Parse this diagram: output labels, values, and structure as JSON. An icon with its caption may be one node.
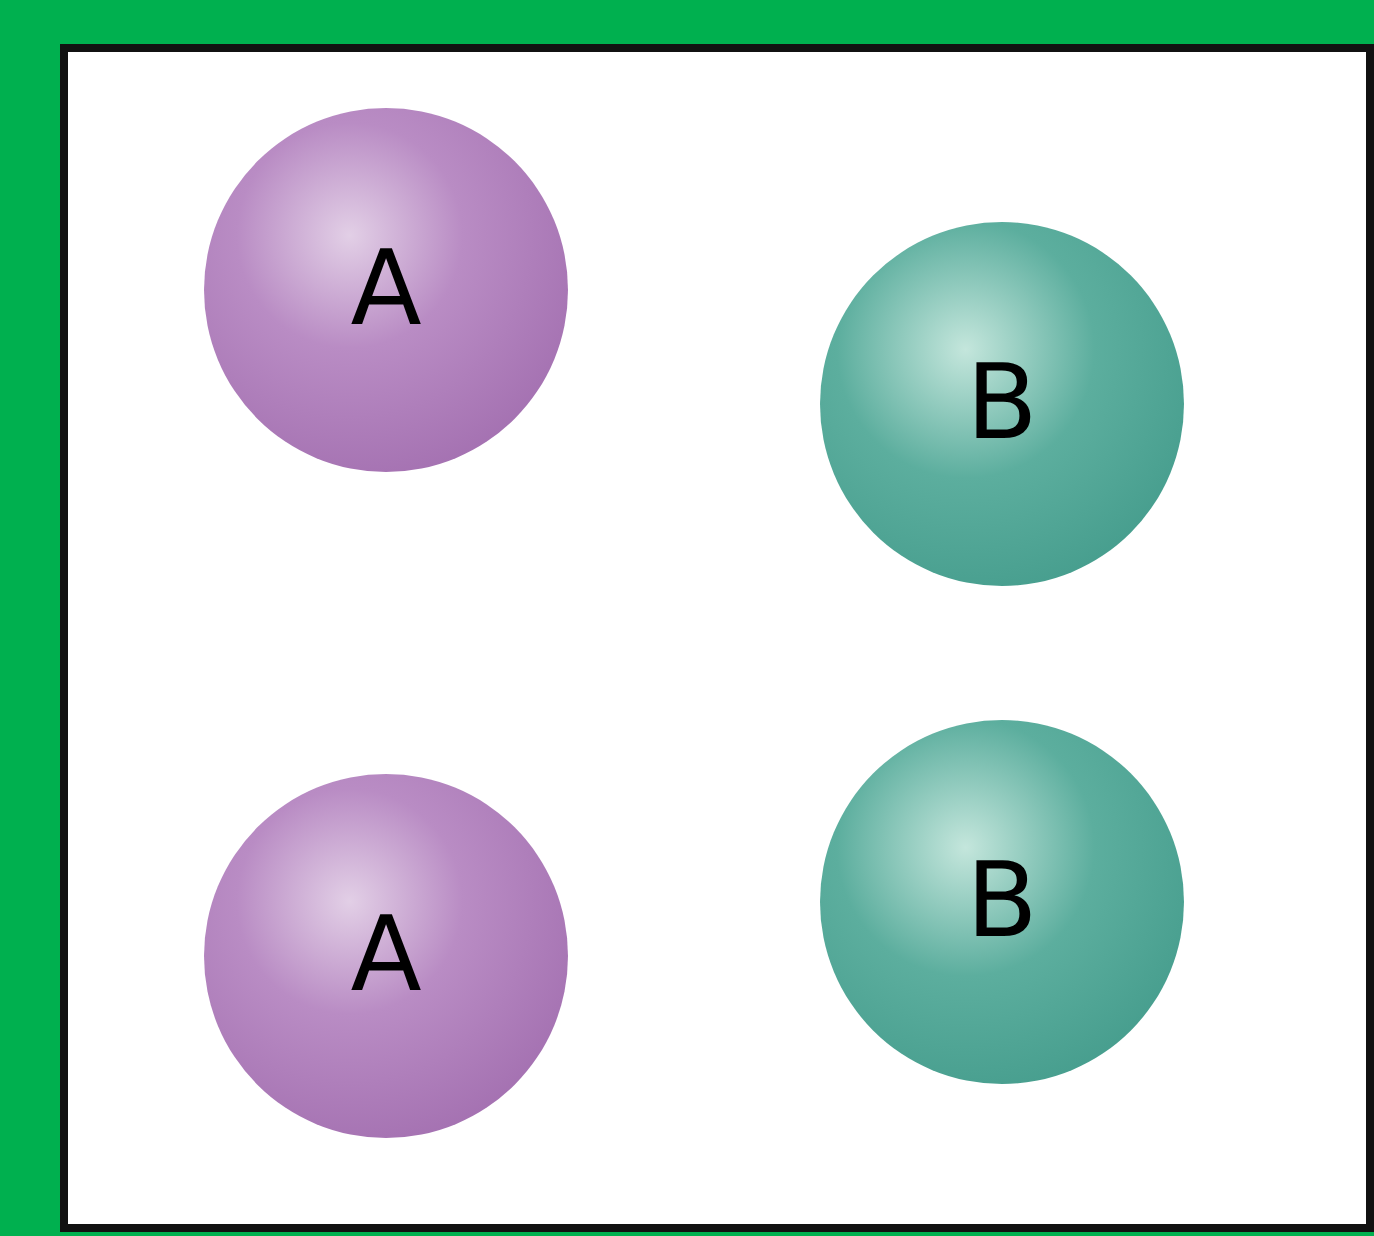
{
  "diagram": {
    "nodes": [
      {
        "text": [
          "A"
        ]
      },
      {
        "text": [
          "B"
        ]
      },
      {
        "text": [
          "A"
        ]
      },
      {
        "text": [
          "B"
        ]
      }
    ]
  }
}
